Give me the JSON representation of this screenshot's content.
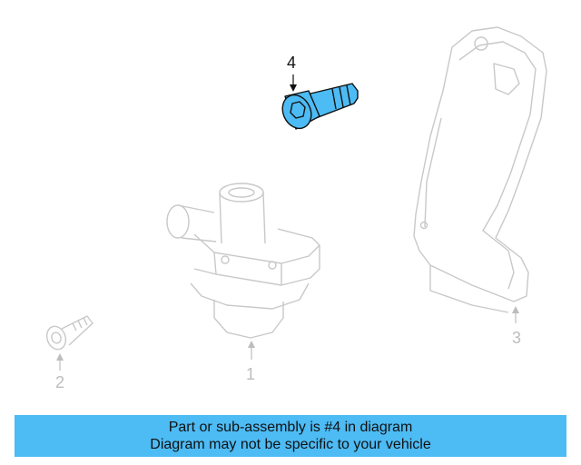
{
  "callouts": {
    "part_4": "4",
    "part_1": "1",
    "part_2": "2",
    "part_3": "3"
  },
  "banner": {
    "line1": "Part or sub-assembly is #4 in diagram",
    "line2": "Diagram may not be specific to your vehicle"
  },
  "colors": {
    "highlight": "#4dbbf4",
    "ghost_line": "#c8c8c8",
    "outline": "#111111"
  }
}
